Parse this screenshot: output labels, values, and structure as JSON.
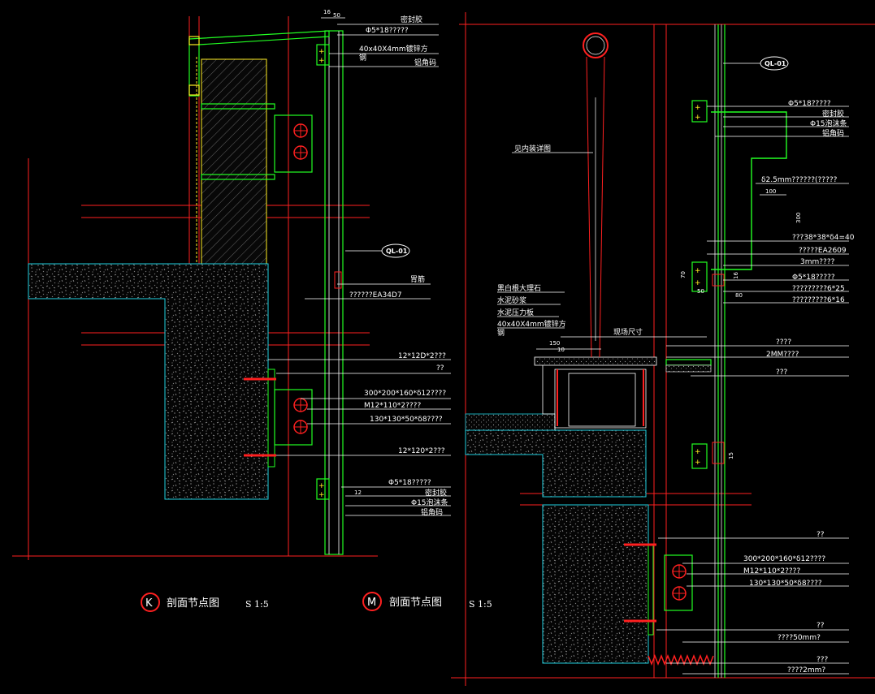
{
  "dims_K": {
    "top_a": "16",
    "top_b": "50",
    "side_12": "12"
  },
  "dims_M": {
    "d1": "150",
    "d2": "10",
    "d3": "100",
    "d4": "300",
    "d5": "70",
    "d6": "50",
    "d7": "80",
    "d8": "16",
    "d9": "15"
  },
  "labels_K": [
    "密封胶",
    "Φ5*18?????",
    "40x40X4mm镀锌方",
    "钢",
    "铝角码",
    "胃筋",
    "??????EA34D7",
    "12*12D*2???",
    "??",
    "300*200*160*δ12????",
    "M12*110*2????",
    "130*130*50*δ8????",
    "12*120*2???",
    "Φ5*18?????",
    "密封胶",
    "Φ15泡沫条",
    "铝角码"
  ],
  "labels_M": [
    "Φ5*18?????",
    "密封胶",
    "Φ15泡沫条",
    "铝角码",
    "δ2.5mm??????(?????",
    "???38*38*δ4=40",
    "?????EA2609",
    "3mm????",
    "Φ5*18?????",
    "?????????6*25",
    "?????????6*16",
    "????",
    "2MM????",
    "???",
    "??",
    "300*200*160*δ12????",
    "M12*110*2????",
    "130*130*50*δ8????",
    "??",
    "????50mm?",
    "???",
    "????2mm?"
  ],
  "labels_M_left": [
    "见内装详图",
    "黑白根大理石",
    "水泥砂浆",
    "水泥压力板",
    "40x40X4mm镀锌方",
    "钢",
    "现场尺寸"
  ],
  "tags": {
    "k_tag": "QL-01",
    "m_tag": "QL-01"
  },
  "titles": {
    "k_letter": "K",
    "k_title": "剖面节点图",
    "k_scale": "S 1:5",
    "m_letter": "M",
    "m_title": "剖面节点图",
    "m_scale": "S 1:5"
  }
}
